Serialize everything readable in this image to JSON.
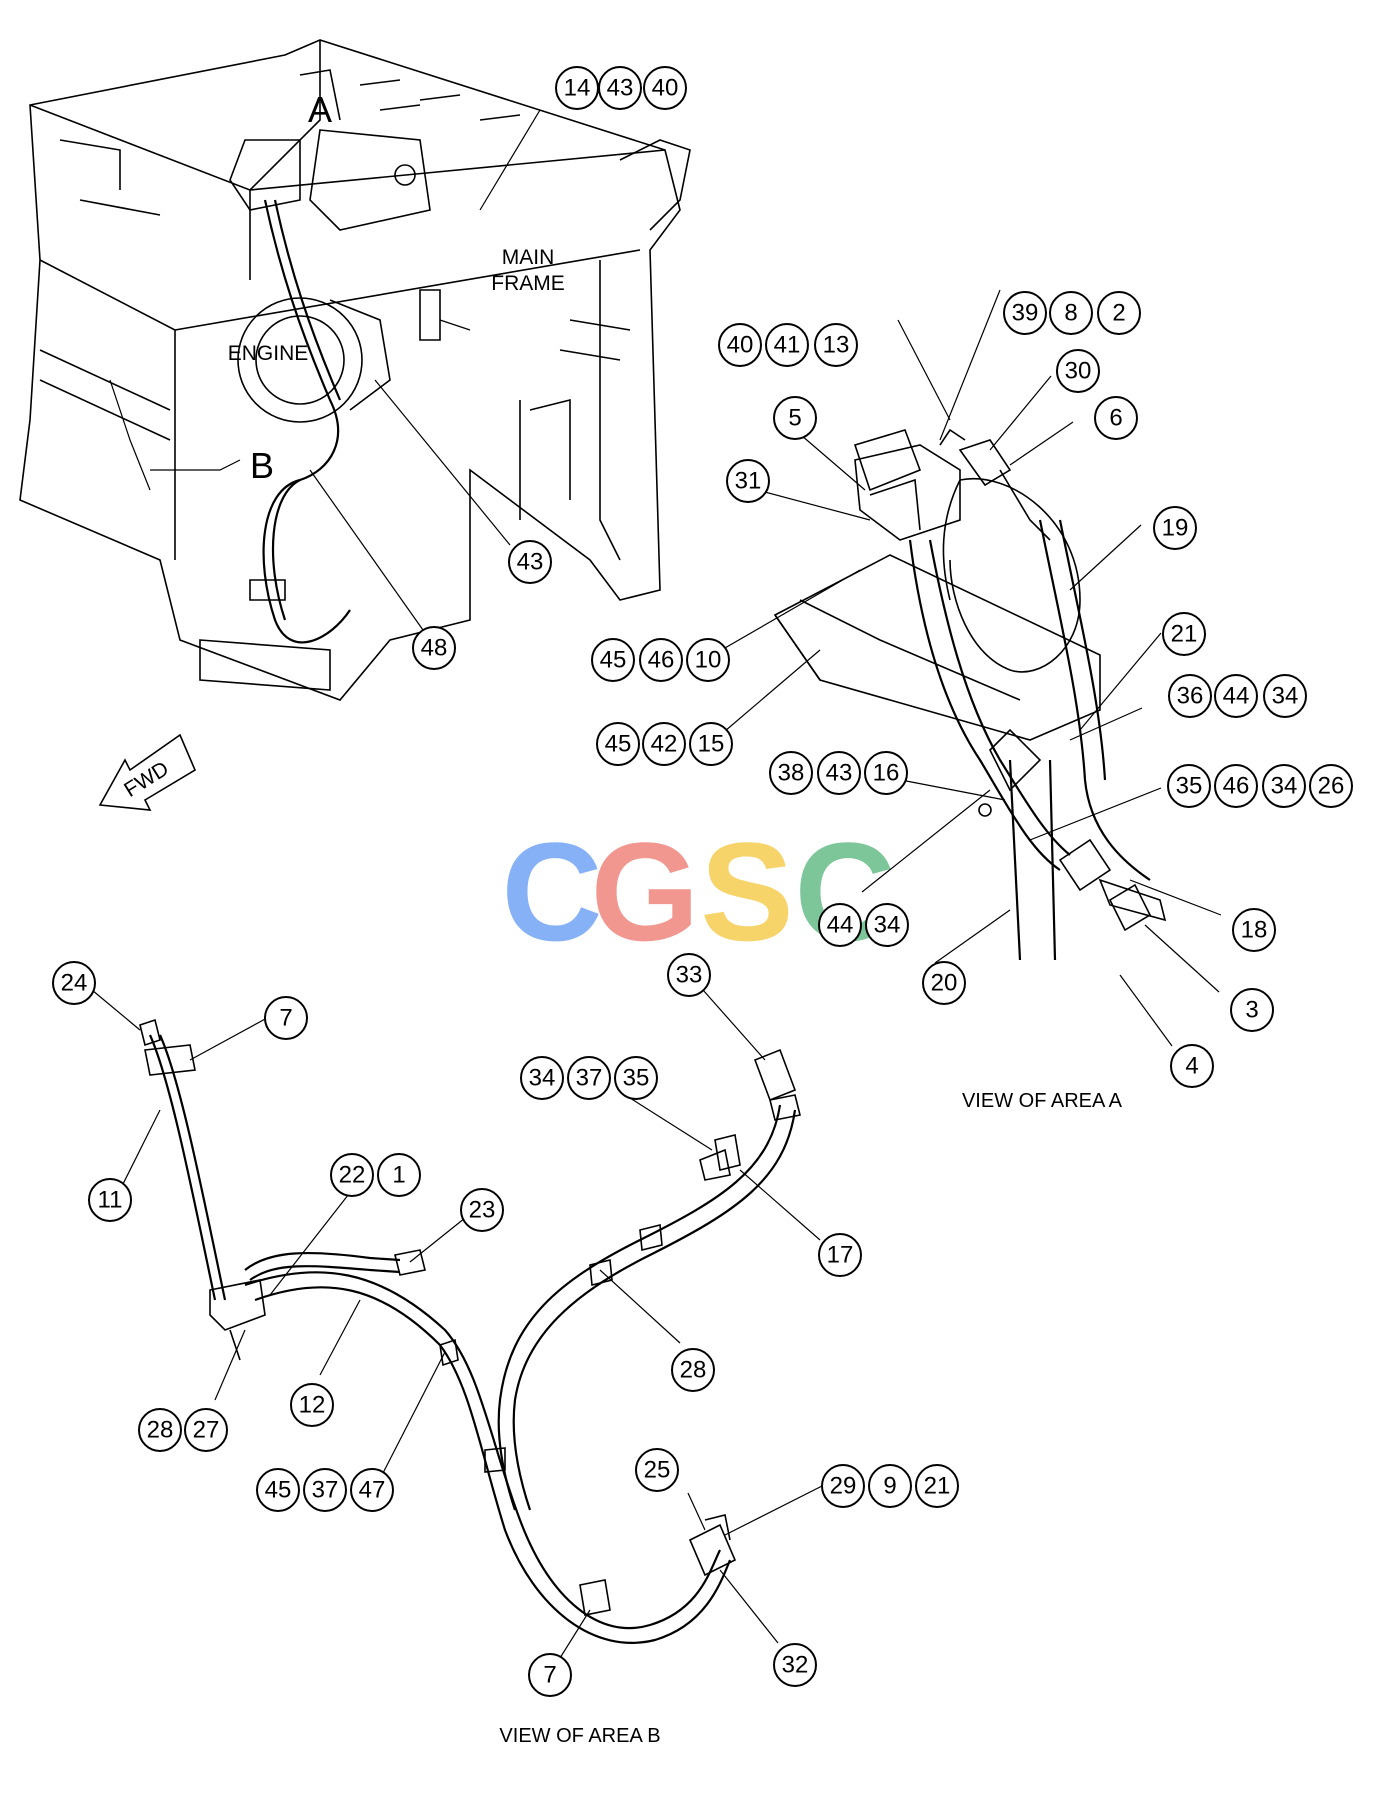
{
  "labels": {
    "area_a": "A",
    "area_b": "B",
    "main_frame_1": "MAIN",
    "main_frame_2": "FRAME",
    "engine": "ENGINE",
    "fwd": "FWD"
  },
  "captions": {
    "area_a": "VIEW  OF AREA A",
    "area_b": "VIEW  OF AREA B"
  },
  "watermark": {
    "letters": [
      "C",
      "G",
      "S",
      "C"
    ],
    "colors": [
      "#7aa9f7",
      "#f08c84",
      "#f7d05a",
      "#6fc08f"
    ]
  },
  "callouts": [
    {
      "id": "c14",
      "text": "14"
    },
    {
      "id": "c43a",
      "text": "43"
    },
    {
      "id": "c40a",
      "text": "40"
    },
    {
      "id": "c43b",
      "text": "43"
    },
    {
      "id": "c48",
      "text": "48"
    },
    {
      "id": "c39",
      "text": "39"
    },
    {
      "id": "c8",
      "text": "8"
    },
    {
      "id": "c2",
      "text": "2"
    },
    {
      "id": "c40b",
      "text": "40"
    },
    {
      "id": "c41",
      "text": "41"
    },
    {
      "id": "c13",
      "text": "13"
    },
    {
      "id": "c30",
      "text": "30"
    },
    {
      "id": "c5",
      "text": "5"
    },
    {
      "id": "c6",
      "text": "6"
    },
    {
      "id": "c31",
      "text": "31"
    },
    {
      "id": "c19",
      "text": "19"
    },
    {
      "id": "c45a",
      "text": "45"
    },
    {
      "id": "c46a",
      "text": "46"
    },
    {
      "id": "c10",
      "text": "10"
    },
    {
      "id": "c21a",
      "text": "21"
    },
    {
      "id": "c36",
      "text": "36"
    },
    {
      "id": "c44a",
      "text": "44"
    },
    {
      "id": "c34a",
      "text": "34"
    },
    {
      "id": "c45b",
      "text": "45"
    },
    {
      "id": "c42",
      "text": "42"
    },
    {
      "id": "c15",
      "text": "15"
    },
    {
      "id": "c38",
      "text": "38"
    },
    {
      "id": "c43c",
      "text": "43"
    },
    {
      "id": "c16",
      "text": "16"
    },
    {
      "id": "c35a",
      "text": "35"
    },
    {
      "id": "c46b",
      "text": "46"
    },
    {
      "id": "c34b",
      "text": "34"
    },
    {
      "id": "c26",
      "text": "26"
    },
    {
      "id": "c44b",
      "text": "44"
    },
    {
      "id": "c34c",
      "text": "34"
    },
    {
      "id": "c18",
      "text": "18"
    },
    {
      "id": "c20",
      "text": "20"
    },
    {
      "id": "c3",
      "text": "3"
    },
    {
      "id": "c4",
      "text": "4"
    },
    {
      "id": "c24",
      "text": "24"
    },
    {
      "id": "c7a",
      "text": "7"
    },
    {
      "id": "c33",
      "text": "33"
    },
    {
      "id": "c34d",
      "text": "34"
    },
    {
      "id": "c37a",
      "text": "37"
    },
    {
      "id": "c35b",
      "text": "35"
    },
    {
      "id": "c11",
      "text": "11"
    },
    {
      "id": "c22",
      "text": "22"
    },
    {
      "id": "c1",
      "text": "1"
    },
    {
      "id": "c23",
      "text": "23"
    },
    {
      "id": "c17",
      "text": "17"
    },
    {
      "id": "c28a",
      "text": "28"
    },
    {
      "id": "c12",
      "text": "12"
    },
    {
      "id": "c28b",
      "text": "28"
    },
    {
      "id": "c27",
      "text": "27"
    },
    {
      "id": "c45c",
      "text": "45"
    },
    {
      "id": "c37b",
      "text": "37"
    },
    {
      "id": "c47",
      "text": "47"
    },
    {
      "id": "c25",
      "text": "25"
    },
    {
      "id": "c29",
      "text": "29"
    },
    {
      "id": "c9",
      "text": "9"
    },
    {
      "id": "c21b",
      "text": "21"
    },
    {
      "id": "c7b",
      "text": "7"
    },
    {
      "id": "c32",
      "text": "32"
    }
  ]
}
